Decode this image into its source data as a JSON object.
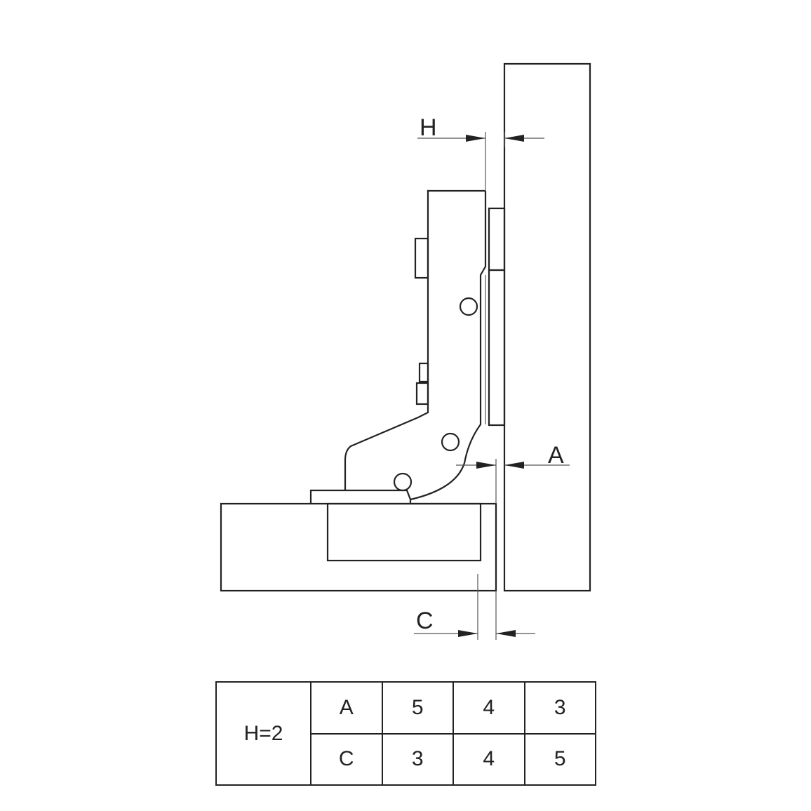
{
  "dimensions": {
    "h_label": "H",
    "a_label": "A",
    "c_label": "C"
  },
  "table": {
    "condition": "H=2",
    "rows": [
      {
        "label": "A",
        "values": [
          "5",
          "4",
          "3"
        ]
      },
      {
        "label": "C",
        "values": [
          "3",
          "4",
          "5"
        ]
      }
    ]
  }
}
